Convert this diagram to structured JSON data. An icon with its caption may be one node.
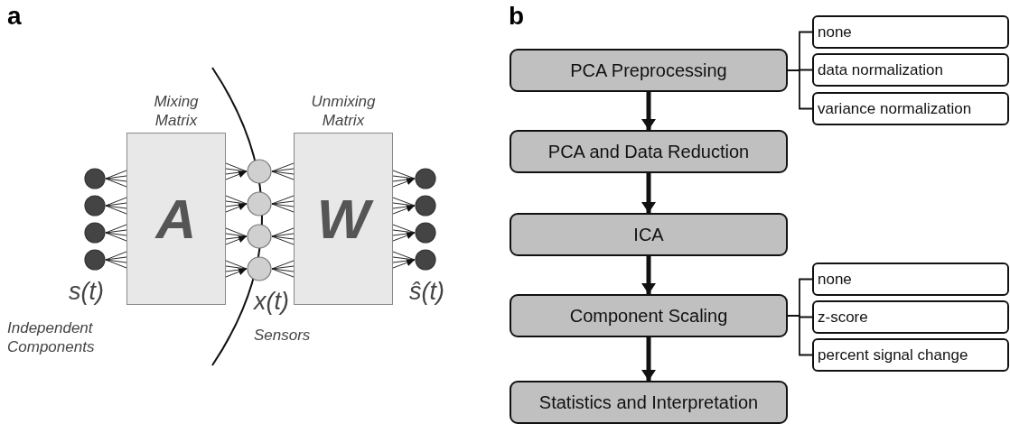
{
  "diagram": {
    "nodes": [
      {
        "text": [],
        "shape": "circle"
      },
      {
        "text": [],
        "shape": "circle"
      },
      {
        "text": [],
        "shape": "circle"
      },
      {
        "text": [],
        "shape": "circle"
      },
      {
        "text": [
          "A"
        ],
        "beside": [
          "Mixing Matrix"
        ]
      },
      {
        "text": [],
        "shape": "circle"
      },
      {
        "text": [],
        "shape": "circle"
      },
      {
        "text": [],
        "shape": "circle"
      },
      {
        "text": [],
        "shape": "circle"
      },
      {
        "text": [
          "W"
        ],
        "beside": [
          "Unmixing Matrix"
        ]
      },
      {
        "text": [],
        "shape": "circle"
      },
      {
        "text": [],
        "shape": "circle"
      },
      {
        "text": [],
        "shape": "circle"
      },
      {
        "text": [],
        "shape": "circle"
      },
      {
        "text": [
          "PCA Preprocessing"
        ]
      },
      {
        "text": [
          "none"
        ]
      },
      {
        "text": [
          "data normalization"
        ]
      },
      {
        "text": [
          "variance normalization"
        ]
      },
      {
        "text": [
          "PCA and Data Reduction"
        ]
      },
      {
        "text": [
          "ICA"
        ]
      },
      {
        "text": [
          "Component Scaling"
        ]
      },
      {
        "text": [
          "none"
        ]
      },
      {
        "text": [
          "z-score"
        ]
      },
      {
        "text": [
          "percent signal change"
        ]
      },
      {
        "text": [
          "Statistics and Interpretation"
        ]
      }
    ],
    "edges": [
      {
        "from": 0,
        "to": 4,
        "arrow": "none"
      },
      {
        "from": 1,
        "to": 4,
        "arrow": "none"
      },
      {
        "from": 2,
        "to": 4,
        "arrow": "none"
      },
      {
        "from": 3,
        "to": 4,
        "arrow": "none"
      },
      {
        "from": 4,
        "to": 5,
        "arrow": "to"
      },
      {
        "from": 4,
        "to": 6,
        "arrow": "to"
      },
      {
        "from": 4,
        "to": 7,
        "arrow": "to"
      },
      {
        "from": 4,
        "to": 8,
        "arrow": "to"
      },
      {
        "from": 5,
        "to": 9,
        "arrow": "none"
      },
      {
        "from": 6,
        "to": 9,
        "arrow": "none"
      },
      {
        "from": 7,
        "to": 9,
        "arrow": "none"
      },
      {
        "from": 8,
        "to": 9,
        "arrow": "none"
      },
      {
        "from": 9,
        "to": 10,
        "arrow": "to"
      },
      {
        "from": 9,
        "to": 11,
        "arrow": "to"
      },
      {
        "from": 9,
        "to": 12,
        "arrow": "to"
      },
      {
        "from": 9,
        "to": 13,
        "arrow": "to"
      },
      {
        "from": 14,
        "to": 15,
        "arrow": "none"
      },
      {
        "from": 14,
        "to": 16,
        "arrow": "none"
      },
      {
        "from": 14,
        "to": 17,
        "arrow": "none"
      },
      {
        "from": 14,
        "to": 18,
        "arrow": "to",
        "style": "thick"
      },
      {
        "from": 18,
        "to": 19,
        "arrow": "to",
        "style": "thick"
      },
      {
        "from": 19,
        "to": 20,
        "arrow": "to",
        "style": "thick"
      },
      {
        "from": 20,
        "to": 21,
        "arrow": "none"
      },
      {
        "from": 20,
        "to": 22,
        "arrow": "none"
      },
      {
        "from": 20,
        "to": 23,
        "arrow": "none"
      },
      {
        "from": 20,
        "to": 24,
        "arrow": "to",
        "style": "thick"
      }
    ],
    "labels": [
      "a",
      "s(t)",
      "x(t)",
      "ŝ(t)",
      "Independent Components",
      "Sensors",
      "b"
    ]
  }
}
